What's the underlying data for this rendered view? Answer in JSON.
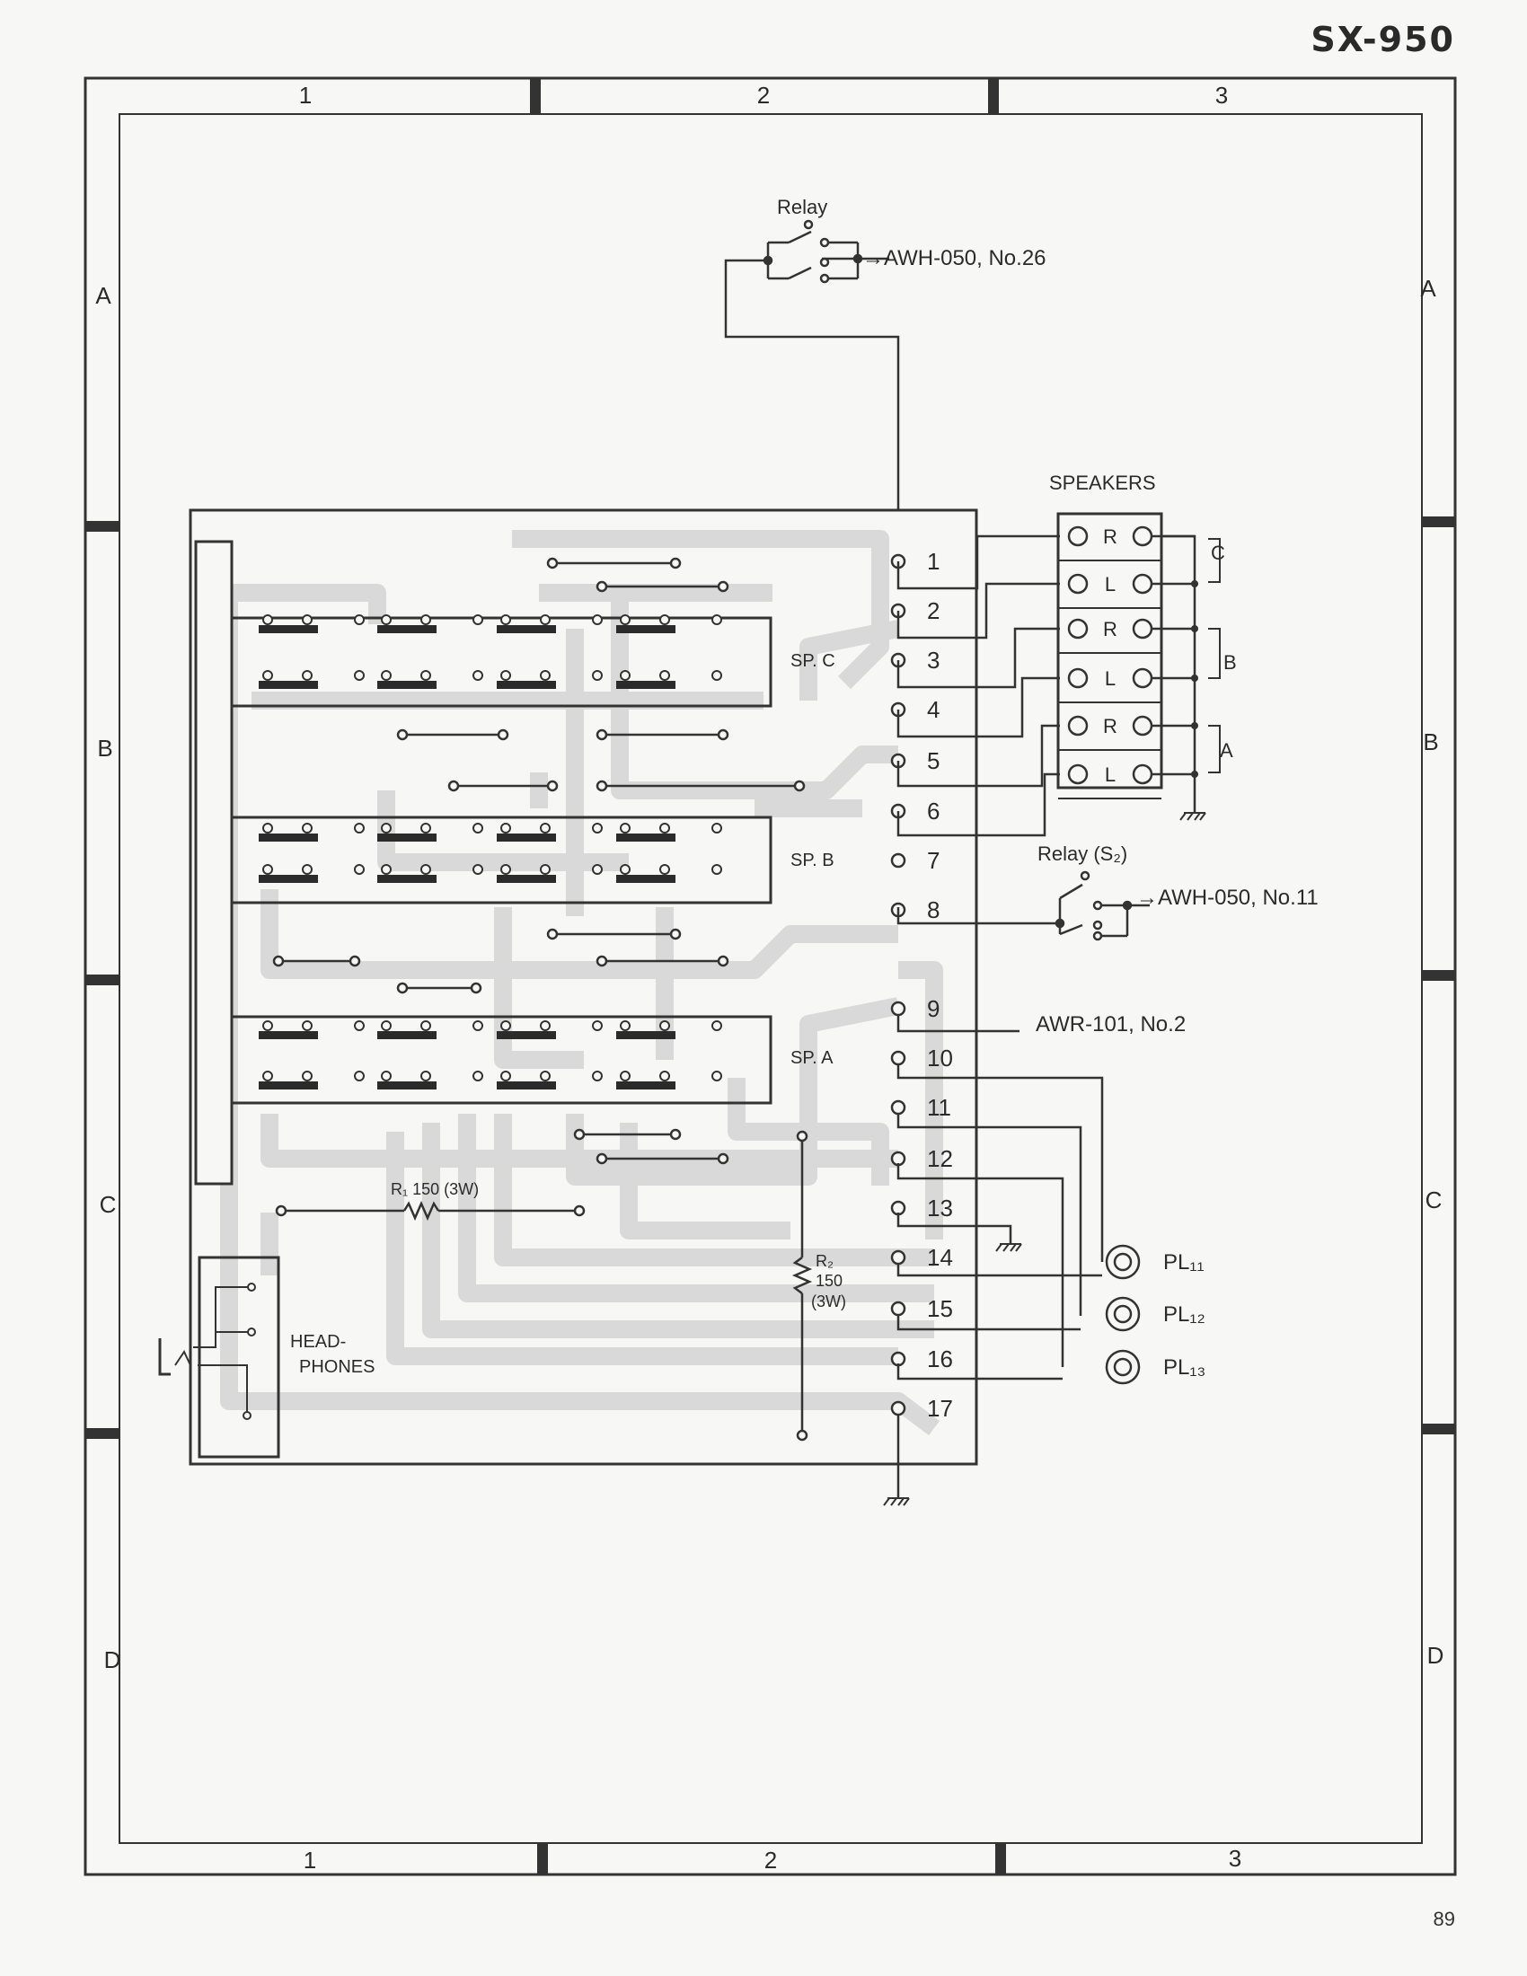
{
  "header": {
    "model": "SX-950",
    "page": "89"
  },
  "grid": {
    "columns": [
      "1",
      "2",
      "3"
    ],
    "rows": [
      "A",
      "B",
      "C",
      "D"
    ]
  },
  "labels": {
    "relay_top": "Relay",
    "relay_top_dest": "→AWH-050, No.26",
    "speakers": "SPEAKERS",
    "relay_s2": "Relay (S₂)",
    "relay_s2_dest": "→AWH-050, No.11",
    "awr": "AWR-101, No.2",
    "sp_c": "SP. C",
    "sp_b": "SP. B",
    "sp_a": "SP. A",
    "r1": "R₁ 150 (3W)",
    "r2_a": "R₂",
    "r2_b": "150",
    "r2_c": "(3W)",
    "head_a": "HEAD-",
    "head_b": "PHONES"
  },
  "terminals": [
    "1",
    "2",
    "3",
    "4",
    "5",
    "6",
    "7",
    "8",
    "9",
    "10",
    "11",
    "12",
    "13",
    "14",
    "15",
    "16",
    "17"
  ],
  "speaker_terminals": [
    "R",
    "L",
    "R",
    "L",
    "R",
    "L"
  ],
  "speaker_groups": [
    "C",
    "B",
    "A"
  ],
  "pilot_lamps": [
    "PL₁₁",
    "PL₁₂",
    "PL₁₃"
  ],
  "colors": {
    "trace": "#d9d9d9",
    "line": "#3a3a3a",
    "paper": "#f7f7f5"
  }
}
